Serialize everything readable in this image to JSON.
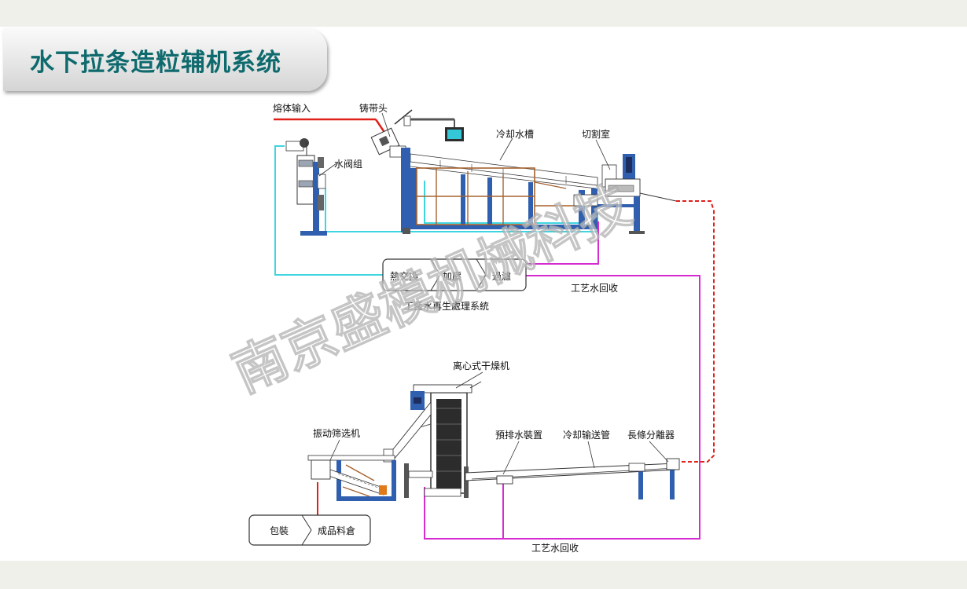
{
  "title": "水下拉条造粒辅机系统",
  "labels": {
    "melt_input": "熔体输入",
    "casting_head": "铸带头",
    "water_valve_group": "水阀组",
    "cooling_tank": "冷却水槽",
    "cutting_chamber": "切割室",
    "heat_exchange": "熱交換",
    "pressurize": "加壓",
    "filter": "過濾",
    "regen_system": "工藝水再生處理系統",
    "water_recovery_1": "工艺水回收",
    "centrifugal_dryer": "离心式干燥机",
    "vibrating_screen": "振动筛选机",
    "pre_drain": "預排水裝置",
    "cooling_pipe": "冷却输送管",
    "strand_separator": "長條分離器",
    "packaging": "包裝",
    "product_silo": "成品料倉",
    "water_recovery_2": "工艺水回收"
  },
  "watermark": "南京盛模机械科技",
  "colors": {
    "machine_blue": "#2f5fae",
    "melt_red": "#e0201b",
    "water_cyan": "#3fd5e0",
    "recovery_magenta": "#d62bd0",
    "tank_brown": "#a5622f",
    "title_teal": "#0f6a6e"
  }
}
